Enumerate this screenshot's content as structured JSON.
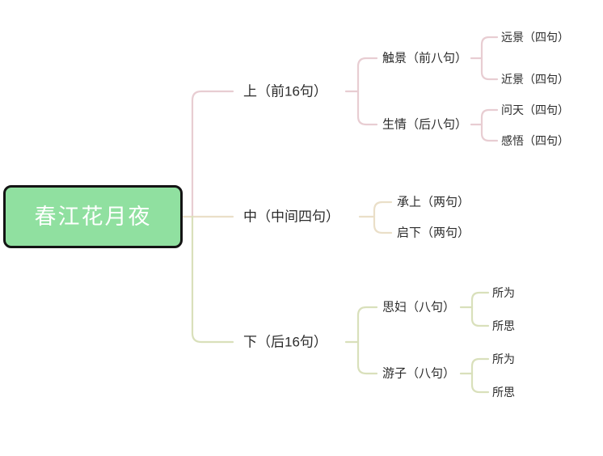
{
  "diagram": {
    "type": "mindmap",
    "background": "#ffffff",
    "root": {
      "label": "春江花月夜",
      "fill": "#90e0a0",
      "text_color": "#ffffff",
      "border_color": "#141414"
    },
    "branch_colors": {
      "top": "#e8cdd2",
      "middle": "#eadfc8",
      "bottom": "#d9e0bb"
    },
    "branches": [
      {
        "id": "top",
        "label": "上（前16句）",
        "color": "#e8cdd2",
        "children": [
          {
            "label": "触景（前八句）",
            "children": [
              {
                "label": "远景（四句）"
              },
              {
                "label": "近景（四句）"
              }
            ]
          },
          {
            "label": "生情（后八句）",
            "children": [
              {
                "label": "问天（四句）"
              },
              {
                "label": "感悟（四句）"
              }
            ]
          }
        ]
      },
      {
        "id": "middle",
        "label": "中（中间四句）",
        "color": "#eadfc8",
        "children": [
          {
            "label": "承上（两句）",
            "children": []
          },
          {
            "label": "启下（两句）",
            "children": []
          }
        ]
      },
      {
        "id": "bottom",
        "label": "下（后16句）",
        "color": "#d9e0bb",
        "children": [
          {
            "label": "思妇（八句）",
            "children": [
              {
                "label": "所为"
              },
              {
                "label": "所思"
              }
            ]
          },
          {
            "label": "游子（八句）",
            "children": [
              {
                "label": "所为"
              },
              {
                "label": "所思"
              }
            ]
          }
        ]
      }
    ]
  }
}
